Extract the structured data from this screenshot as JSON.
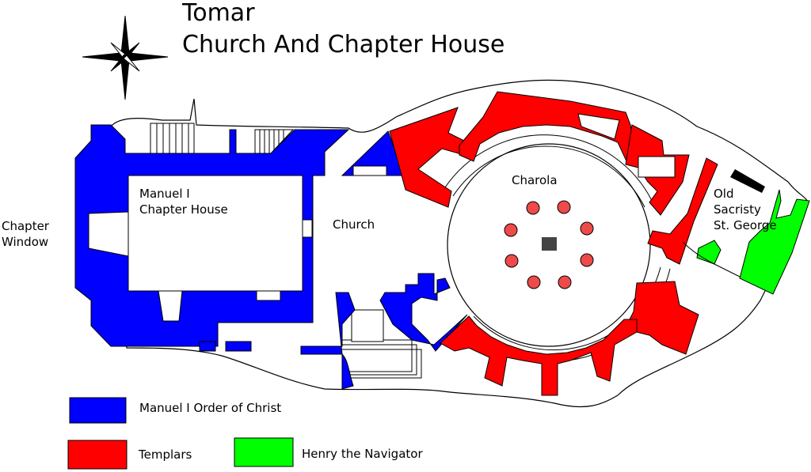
{
  "title": {
    "line1": "Tomar",
    "line2": "Church And Chapter House"
  },
  "labels": {
    "chapter_window_1": "Chapter",
    "chapter_window_2": "Window",
    "chapter_house_1": "Manuel I",
    "chapter_house_2": "Chapter House",
    "church": "Church",
    "charola": "Charola",
    "sacristy_1": "Old",
    "sacristy_2": "Sacristy",
    "sacristy_3": "St. George"
  },
  "legend": [
    {
      "label": "Manuel I  Order of Christ",
      "color": "#0000ff"
    },
    {
      "label": "Templars",
      "color": "#ff0000"
    },
    {
      "label": "Henry the Navigator",
      "color": "#00ff00"
    }
  ],
  "colors": {
    "manuel": "#0000ff",
    "templars": "#ff0000",
    "henry": "#00ff00",
    "column": "#ef4a4a",
    "altar": "#444444"
  },
  "icons": {
    "compass": "compass-rose-icon"
  }
}
